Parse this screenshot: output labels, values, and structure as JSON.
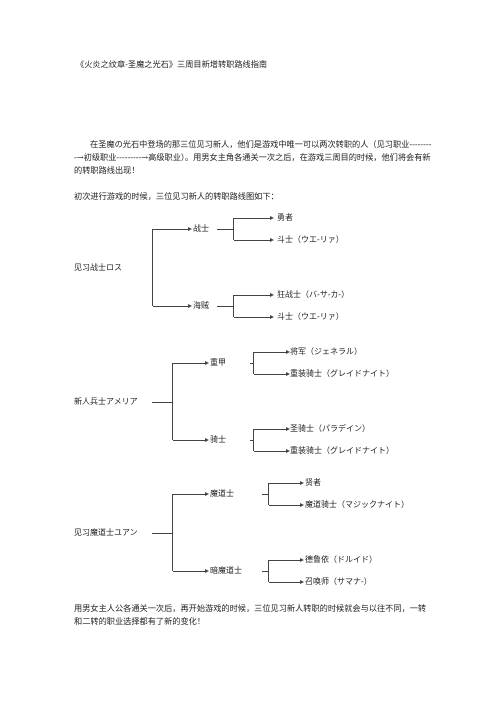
{
  "title": "《火炎之纹章-圣魔之光石》三周目新增转职路线指南",
  "intro": "在圣魔の光石中登场的那三位见习新人，他们是游戏中唯一可以两次转职的人（见习职业---------→初级职业---------→高级职业）。用男女主角各通关一次之后，在游戏三周目的时候，他们将会有新的转职路线出现！",
  "tree_intro": "初次进行游戏的时候，三位见习新人的转职路线图如下：",
  "trees": [
    {
      "root": "见习战士ロス",
      "branches": [
        {
          "name": "战士",
          "leaves": [
            "勇者",
            "斗士（ウエ-リァ）"
          ]
        },
        {
          "name": "海贼",
          "leaves": [
            "狂战士（バ-サ-カ-）",
            "斗士（ウエ-リァ）"
          ]
        }
      ]
    },
    {
      "root": "新人兵士アメリア",
      "branches": [
        {
          "name": "重甲",
          "leaves": [
            "将军（ジェネラル）",
            "重装骑士（グレイドナイト）"
          ]
        },
        {
          "name": "骑士",
          "leaves": [
            "圣骑士（パラデイン）",
            "重装骑士（グレイドナイト）"
          ]
        }
      ]
    },
    {
      "root": "见习魔道士ユアン",
      "branches": [
        {
          "name": "魔道士",
          "leaves": [
            "贤者",
            "魔道骑士（マジックナイト）"
          ]
        },
        {
          "name": "暗魔道士",
          "leaves": [
            "德鲁依（ドルイド）",
            "召唤师（サマナ-）"
          ]
        }
      ]
    }
  ],
  "closing": "用男女主人公各通关一次后，再开始游戏的时候，三位见习新人转职的时候就会与以往不同，一转和二转的职业选择都有了新的变化！"
}
